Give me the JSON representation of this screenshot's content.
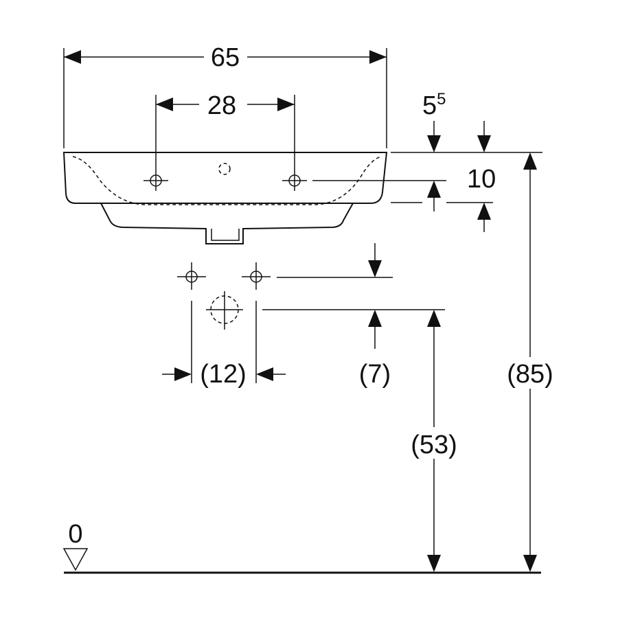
{
  "dimensions": {
    "overall_width": "65",
    "tap_hole_spacing": "28",
    "rim_thickness_base": "5",
    "rim_thickness_sup": "5",
    "tap_hole_height": "10",
    "waste_spacing": "(12)",
    "waste_offset": "(7)",
    "waste_height": "(53)",
    "rim_height": "(85)",
    "floor_level": "0"
  },
  "colors": {
    "line": "#111111",
    "background": "#ffffff"
  }
}
